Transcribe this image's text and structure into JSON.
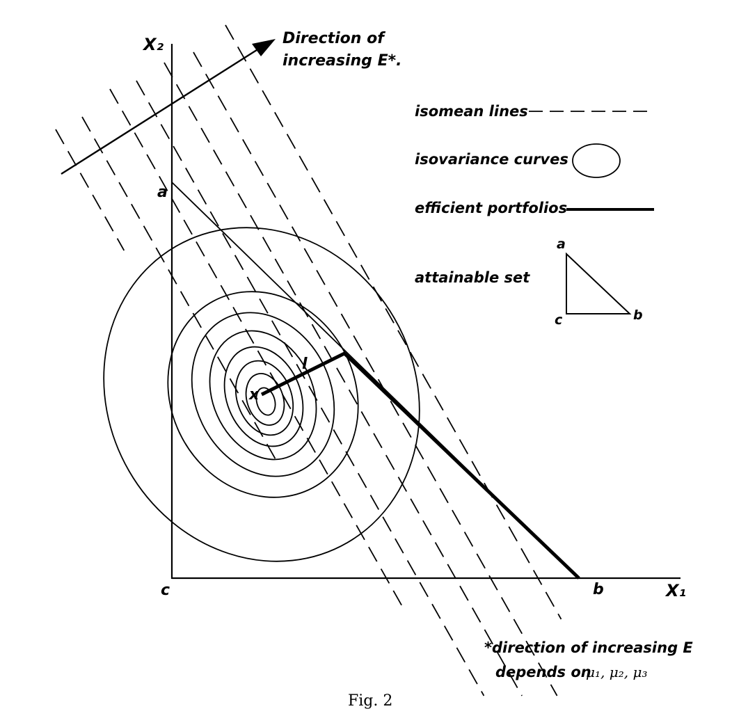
{
  "axes": {
    "x_label": "X₁",
    "y_label": "X₂"
  },
  "direction_arrow": {
    "line1": "Direction  of",
    "line2": "increasing  E*."
  },
  "vertices": {
    "a": "a",
    "b": "b",
    "c": "c"
  },
  "points": {
    "x": "x",
    "l": "l"
  },
  "legend": {
    "isomean": "isomean lines",
    "isovariance": "isovariance curves",
    "efficient": "efficient portfolios",
    "attainable": "attainable set",
    "tri_a": "a",
    "tri_b": "b",
    "tri_c": "c"
  },
  "footnote": {
    "line1": "*direction of increasing E",
    "line2": "depends on",
    "mu": "μ₁, μ₂, μ₃"
  },
  "caption": "Fig. 2"
}
